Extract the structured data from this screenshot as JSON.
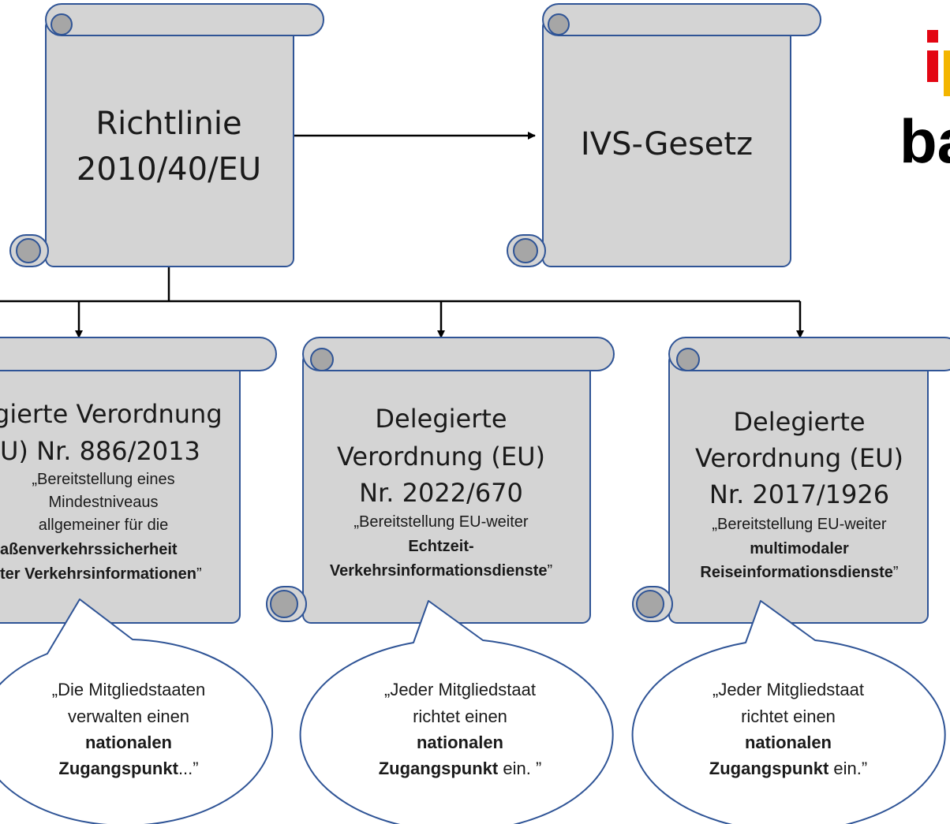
{
  "colors": {
    "scroll_fill": "#d4d4d4",
    "scroll_stroke": "#2f5496",
    "curl_fill": "#a6a6a6",
    "bubble_fill": "#ffffff",
    "bubble_stroke": "#2f5496",
    "connector": "#000000",
    "logo_red": "#e30613",
    "logo_yellow": "#f3b500"
  },
  "logo": {
    "top_letter": "i",
    "bottom_text": "ba"
  },
  "top": {
    "directive": {
      "line1": "Richtlinie",
      "line2": "2010/40/EU"
    },
    "law": {
      "line1": "IVS-Gesetz"
    }
  },
  "regulations": [
    {
      "title_line1": "gierte Verordnung",
      "title_line2": "U) Nr. 886/2013",
      "desc_line1": "„Bereitstellung eines",
      "desc_line2": "Mindestniveaus",
      "desc_line3": "allgemeiner für die",
      "desc_line4_bold": "aßenverkehrssicherheit",
      "desc_line5_bold": "ter Verkehrsinformationen",
      "desc_line5_tail": "”",
      "bubble_line1": "„Die Mitgliedstaaten",
      "bubble_line2": "verwalten einen",
      "bubble_line3_bold": "nationalen",
      "bubble_line4_bold": "Zugangspunkt",
      "bubble_line4_tail": "...”"
    },
    {
      "title_line1": "Delegierte",
      "title_line2": "Verordnung (EU)",
      "title_line3": "Nr. 2022/670",
      "desc_line1": "„Bereitstellung EU-weiter",
      "desc_line2_bold": "Echtzeit-",
      "desc_line3_bold": "Verkehrsinformationsdienste",
      "desc_line3_tail": "”",
      "bubble_line1": "„Jeder Mitgliedstaat",
      "bubble_line2": "richtet einen",
      "bubble_line3_bold": "nationalen",
      "bubble_line4_bold": "Zugangspunkt",
      "bubble_line4_tail": " ein. ”"
    },
    {
      "title_line1": "Delegierte",
      "title_line2": "Verordnung (EU)",
      "title_line3": "Nr. 2017/1926",
      "desc_line1": "„Bereitstellung EU-weiter",
      "desc_line2_bold": "multimodaler",
      "desc_line3_bold": "Reiseinformationsdienste",
      "desc_line3_tail": "”",
      "bubble_line1": "„Jeder Mitgliedstaat",
      "bubble_line2": "richtet einen",
      "bubble_line3_bold": "nationalen",
      "bubble_line4_bold": "Zugangspunkt",
      "bubble_line4_tail": " ein.”"
    }
  ]
}
